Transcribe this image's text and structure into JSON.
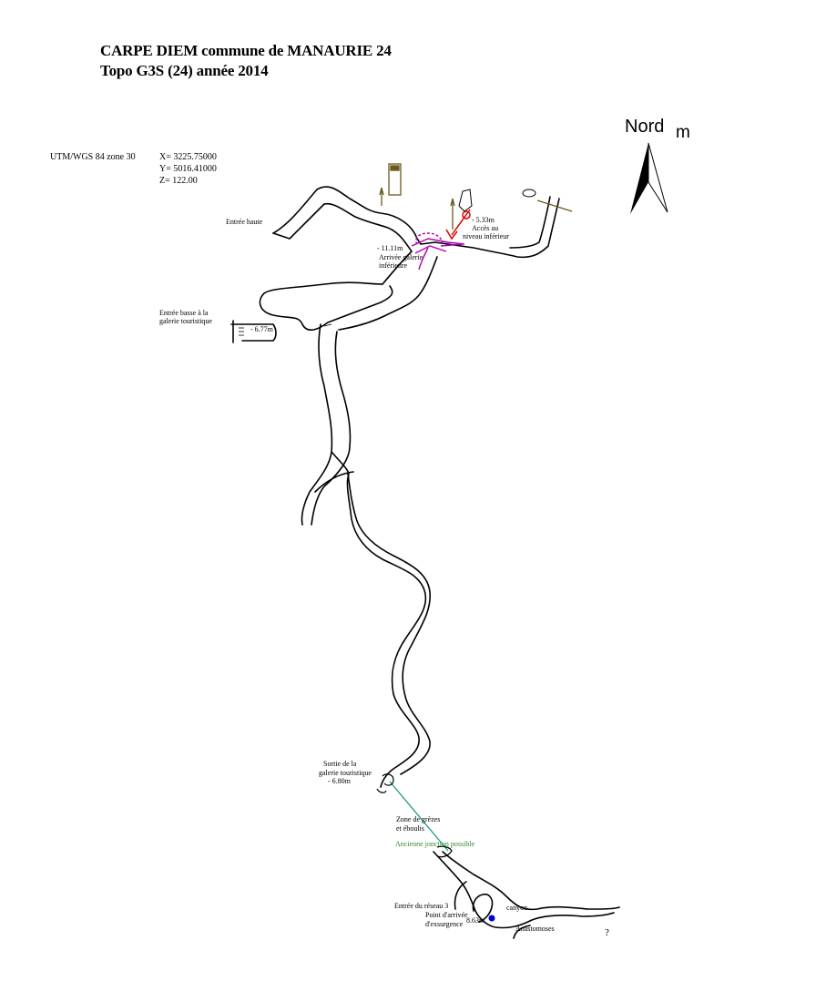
{
  "title": {
    "line1": "CARPE DIEM commune de MANAURIE 24",
    "line2": "Topo G3S (24) année 2014"
  },
  "coordinates": {
    "system": "UTM/WGS 84 zone 30",
    "x": "X= 3225.75000",
    "y": "Y= 5016.41000",
    "z": "Z= 122.00"
  },
  "north_arrow": {
    "label": "Nord",
    "unit": "m"
  },
  "labels": {
    "entree_haute": "Entrée haute",
    "acces_depth": "- 5.33m",
    "acces_1": "Accès au",
    "acces_2": "niveau inférieur",
    "arrivee_depth": "- 11.11m",
    "arrivee_1": "Arrivée galerie",
    "arrivee_2": "inférieure",
    "entree_basse_1": "Entrée basse à la",
    "entree_basse_2": "galerie touristique",
    "entree_basse_depth": "- 6.77m",
    "sortie_1": "Sortie  de la",
    "sortie_2": "galerie touristique",
    "sortie_depth": "-  6.80m",
    "zone_1": "Zone de grèzes",
    "zone_2": "et éboulis",
    "jonction": "Ancienne jonction possible",
    "reseau3": "Entrée du réseau 3",
    "point_1": "Point d'arrivée",
    "point_2": "d'exsurgence",
    "point_depth": "8.63m",
    "canyon": "canyon",
    "anastomoses": "Anastomoses",
    "question": "?"
  },
  "colors": {
    "gallery_outline": "#000000",
    "lower_gallery": "#b000b0",
    "access_arrow": "#e00000",
    "junction_line": "#1a9a8a",
    "junction_text": "#2e8b2e",
    "exsurgence_point": "#0000cc",
    "surface_features": "#6b5a1e"
  },
  "icons": {
    "north_arrow": "north-arrow-icon",
    "exsurgence": "blue-point-icon"
  }
}
